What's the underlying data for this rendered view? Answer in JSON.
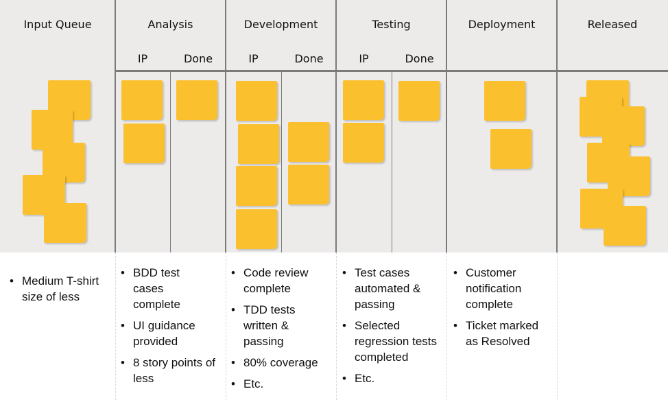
{
  "columns": [
    {
      "title": "Input Queue",
      "criteria": [
        "Medium T-shirt size of less"
      ]
    },
    {
      "title": "Analysis",
      "sub": [
        "IP",
        "Done"
      ],
      "criteria": [
        "BDD test cases complete",
        "UI guidance provided",
        "8 story points of less"
      ]
    },
    {
      "title": "Development",
      "sub": [
        "IP",
        "Done"
      ],
      "criteria": [
        "Code review complete",
        "TDD tests written & passing",
        "80% coverage",
        "Etc."
      ]
    },
    {
      "title": "Testing",
      "sub": [
        "IP",
        "Done"
      ],
      "criteria": [
        "Test cases automated & passing",
        "Selected regression tests completed",
        "Etc."
      ]
    },
    {
      "title": "Deployment",
      "criteria": [
        "Customer notification complete",
        "Ticket marked as Resolved"
      ]
    },
    {
      "title": "Released",
      "criteria": []
    }
  ],
  "note_color": "#fbc02d",
  "board_color": "#ecebea"
}
